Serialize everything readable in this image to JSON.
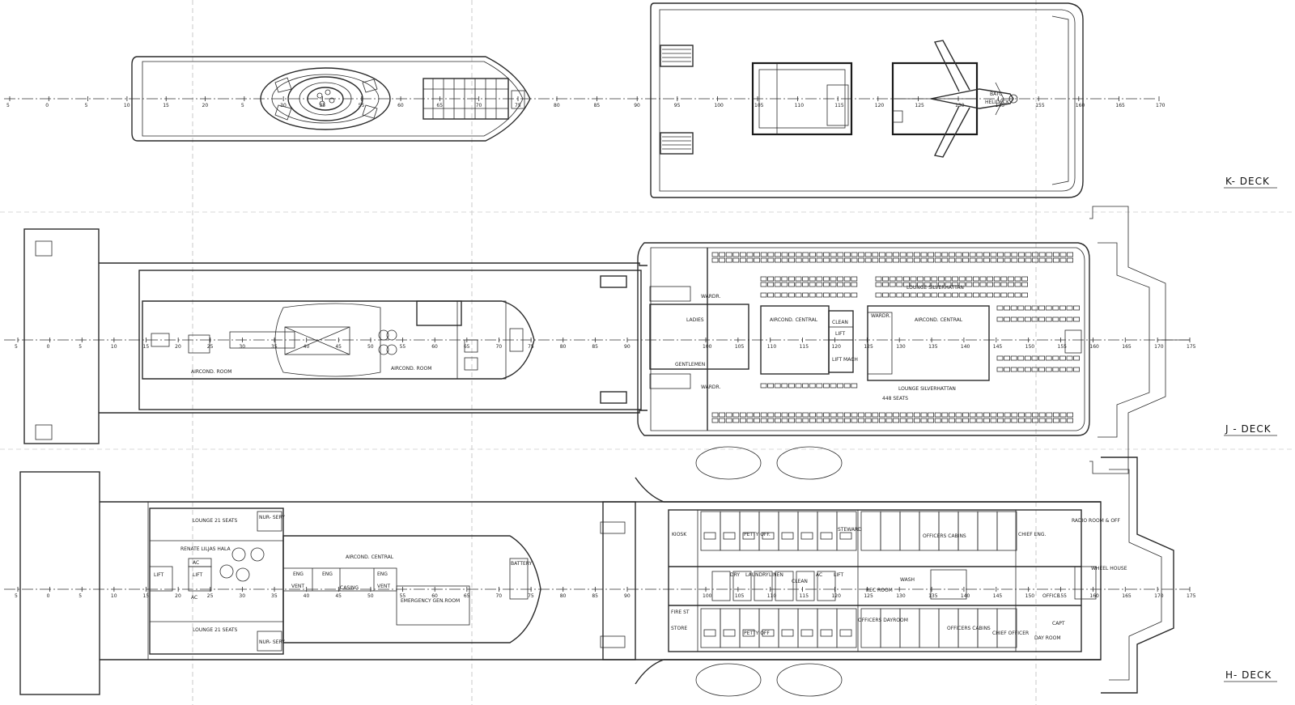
{
  "decks": {
    "k": {
      "name": "K- DECK"
    },
    "j": {
      "name": "J - DECK"
    },
    "h": {
      "name": "H- DECK"
    }
  },
  "k_frames_left": [
    "5",
    "0",
    "5",
    "10",
    "15",
    "20",
    "5",
    "30",
    "35",
    "55",
    "60",
    "65",
    "70",
    "75"
  ],
  "k_frames_right": [
    "80",
    "85",
    "90",
    "95",
    "100",
    "105",
    "110",
    "115",
    "120",
    "125",
    "130",
    "135",
    "155",
    "160",
    "165",
    "170"
  ],
  "j_frames_left": [
    "5",
    "0",
    "5",
    "10",
    "15",
    "20",
    "25",
    "30",
    "35",
    "40",
    "45",
    "50",
    "55",
    "60",
    "65",
    "70",
    "75",
    "80",
    "85",
    "90"
  ],
  "j_frames_right": [
    "100",
    "105",
    "110",
    "115",
    "120",
    "125",
    "130",
    "135",
    "140",
    "145",
    "150",
    "155",
    "160",
    "165",
    "170",
    "175"
  ],
  "h_frames_left": [
    "5",
    "0",
    "5",
    "10",
    "15",
    "20",
    "25",
    "30",
    "35",
    "40",
    "45",
    "50",
    "55",
    "60",
    "65",
    "70",
    "75",
    "80",
    "85",
    "90"
  ],
  "h_frames_right": [
    "100",
    "105",
    "110",
    "115",
    "120",
    "125",
    "130",
    "135",
    "140",
    "145",
    "150",
    "155",
    "160",
    "165",
    "170",
    "175"
  ],
  "labels": {
    "k_batc": "BATC",
    "k_helideck": "HELIDECK",
    "j_aircond_room_1": "AIRCOND. ROOM",
    "j_aircond_room_2": "AIRCOND. ROOM",
    "j_wardr_1": "WARDR.",
    "j_wardr_2": "WARDR.",
    "j_wardr_3": "WARDR.",
    "j_ladies": "LADIES",
    "j_gentlemen": "GENTLEMEN",
    "j_aircond_central_1": "AIRCOND. CENTRAL",
    "j_aircond_central_2": "AIRCOND. CENTRAL",
    "j_clean": "CLEAN",
    "j_lift": "LIFT",
    "j_lift_mach": "LIFT MACH",
    "j_lounge_top": "LOUNGE SILVERHATTAN",
    "j_lounge_bottom": "LOUNGE SILVERHATTAN",
    "j_seats": "448 SEATS",
    "h_lounge_top": "LOUNGE 21 SEATS",
    "h_lounge_bottom": "LOUNGE 21 SEATS",
    "h_nursery_top": "NUR- SERY",
    "h_nursery_bottom": "NUR- SERY",
    "h_renate": "RENATE LILJAS HALA",
    "h_lift_1": "LIFT",
    "h_lift_2": "LIFT",
    "h_ac_1": "AC",
    "h_ac_2": "AC",
    "h_aircond_central": "AIRCOND. CENTRAL",
    "h_battery": "BATTERY",
    "h_emergency": "EMERGENCY GEN.ROOM",
    "h_eng_1": "ENG",
    "h_eng_2": "ENG",
    "h_eng_3": "ENG",
    "h_vent_1": "VENT",
    "h_vent_2": "VENT",
    "h_casing": "CASING",
    "h_kiosk": "KIOSK",
    "h_pettyoff_top": "PETTY OFF.",
    "h_pettyoff_bottom": "PETTY OFF",
    "h_dry": "DRY",
    "h_laundry": "LAUNDRY",
    "h_linen": "LINEN",
    "h_clean": "CLEAN",
    "h_ac_3": "AC",
    "h_lift_3": "LIFT",
    "h_fire_st": "FIRE ST",
    "h_store": "STORE",
    "h_steward": "STEWARD",
    "h_officers_cabins_top": "OFFICERS CABINS",
    "h_officers_cabins_bottom": "OFFICERS CABINS",
    "h_officers_dayroom": "OFFICERS DAYROOM",
    "h_rec_room": "REC ROOM",
    "h_wash": "WASH",
    "h_chief_eng": "CHIEF ENG.",
    "h_chief_officer": "CHIEF OFFICER",
    "h_radio": "RADIO ROOM & OFF",
    "h_wheel_house": "WHEEL HOUSE",
    "h_office": "OFFICE",
    "h_day_room": "DAY ROOM",
    "h_capt": "CAPT"
  }
}
